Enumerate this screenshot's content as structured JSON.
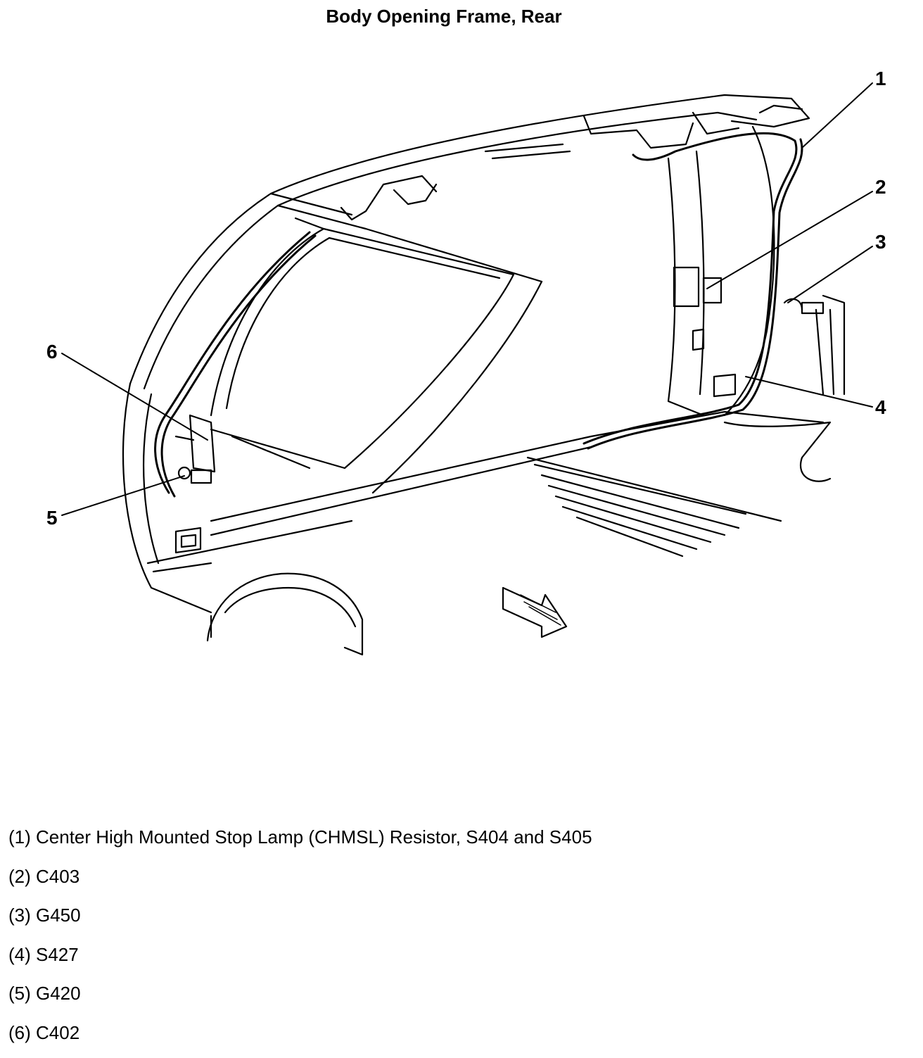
{
  "title": "Body Opening Frame, Rear",
  "callouts": [
    "1",
    "2",
    "3",
    "4",
    "5",
    "6"
  ],
  "legend": [
    "(1) Center High Mounted Stop Lamp (CHMSL) Resistor, S404 and S405",
    "(2) C403",
    "(3) G450",
    "(4) S427",
    "(5) G420",
    "(6) C402"
  ]
}
